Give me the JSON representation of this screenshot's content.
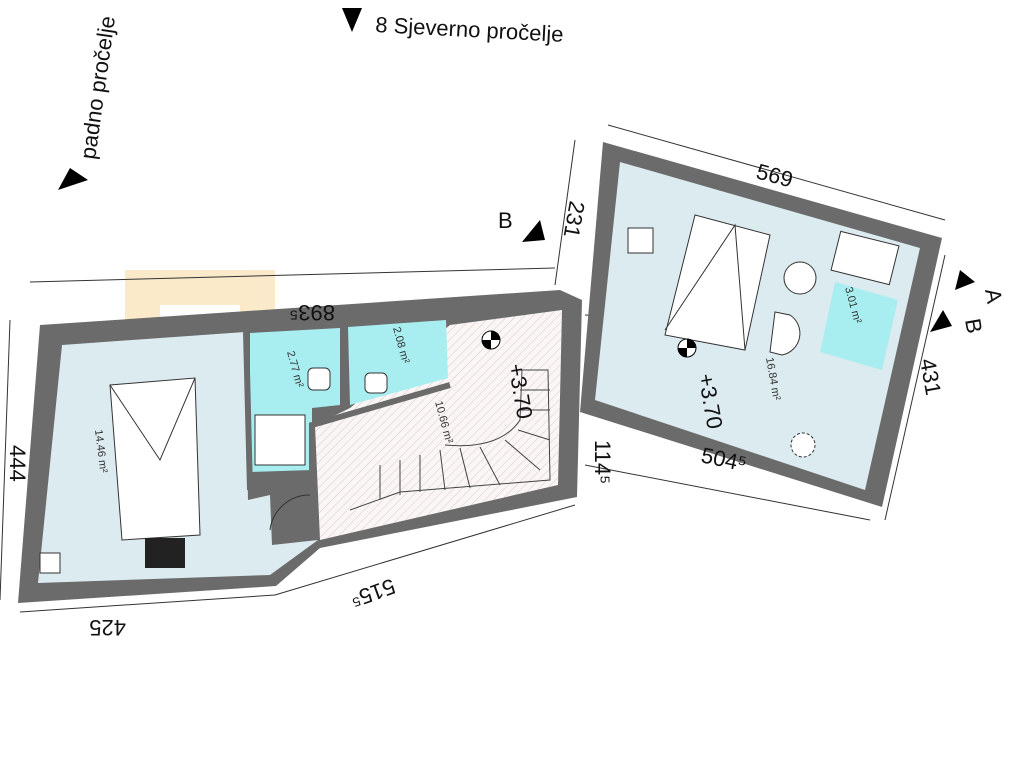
{
  "labels": {
    "north_elevation": "8 Sjeverno pročelje",
    "west_elevation": "padno pročelje",
    "section_b_left": "B",
    "section_b_right": "B",
    "section_a_right": "A"
  },
  "dimensions": {
    "top_right": "569",
    "right_left_side": "231",
    "right_side": "431",
    "right_bottom": "504⁵",
    "stair_side": "114⁵",
    "left_top": "893⁵",
    "left_side": "444",
    "left_bottom": "425",
    "middle_bottom": "515⁵"
  },
  "rooms": {
    "bedroom_left": "14.46 m²",
    "bath_left": "2.77 m²",
    "wc": "2.08 m²",
    "hall": "10.66 m²",
    "bedroom_right": "16.84 m²",
    "bath_right": "3.01 m²"
  },
  "levels": {
    "hall": "+3.70",
    "bedroom_right": "+3.70"
  },
  "colors": {
    "wall": "#6b6b6b",
    "room_fill": "#dcebf0",
    "wet_fill": "#a8eef0",
    "watermark": "#f6d9a0"
  }
}
